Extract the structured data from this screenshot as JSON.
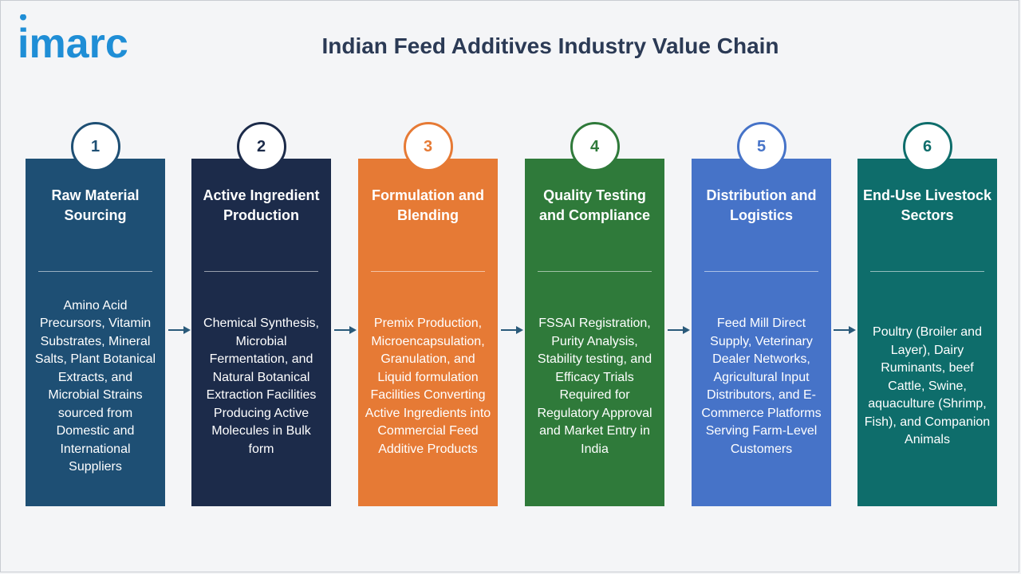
{
  "header": {
    "logo_text": "imarc",
    "title": "Indian Feed Additives Industry Value Chain"
  },
  "colors": {
    "logo": "#1f8ed6",
    "title": "#2b3a55",
    "arrow": "#2a5a7a"
  },
  "stages": [
    {
      "number": "1",
      "title": "Raw Material Sourcing",
      "description": "Amino Acid Precursors, Vitamin Substrates, Mineral Salts, Plant Botanical Extracts, and Microbial Strains sourced from Domestic and International Suppliers",
      "color": "#1e4f74",
      "number_color": "#1e4f74"
    },
    {
      "number": "2",
      "title": "Active Ingredient Production",
      "description": "Chemical Synthesis, Microbial Fermentation, and Natural Botanical Extraction Facilities Producing Active Molecules in Bulk form",
      "color": "#1c2b4a",
      "number_color": "#1c2b4a"
    },
    {
      "number": "3",
      "title": "Formulation and Blending",
      "description": "Premix Production, Microencapsulation, Granulation, and Liquid formulation Facilities Converting Active Ingredients into Commercial Feed Additive Products",
      "color": "#e67a35",
      "number_color": "#e67a35"
    },
    {
      "number": "4",
      "title": "Quality Testing and Compliance",
      "description": "FSSAI Registration, Purity Analysis, Stability testing, and Efficacy Trials Required for Regulatory Approval and Market Entry in India",
      "color": "#2f7a3a",
      "number_color": "#2f7a3a"
    },
    {
      "number": "5",
      "title": "Distribution and Logistics",
      "description": "Feed Mill Direct Supply, Veterinary Dealer Networks, Agricultural Input Distributors, and E-Commerce Platforms Serving Farm-Level Customers",
      "color": "#4673c8",
      "number_color": "#4673c8"
    },
    {
      "number": "6",
      "title": "End-Use Livestock Sectors",
      "description": "Poultry (Broiler and Layer), Dairy Ruminants, beef Cattle, Swine, aquaculture (Shrimp, Fish), and Companion Animals",
      "color": "#0e6d6b",
      "number_color": "#0e6d6b"
    }
  ]
}
